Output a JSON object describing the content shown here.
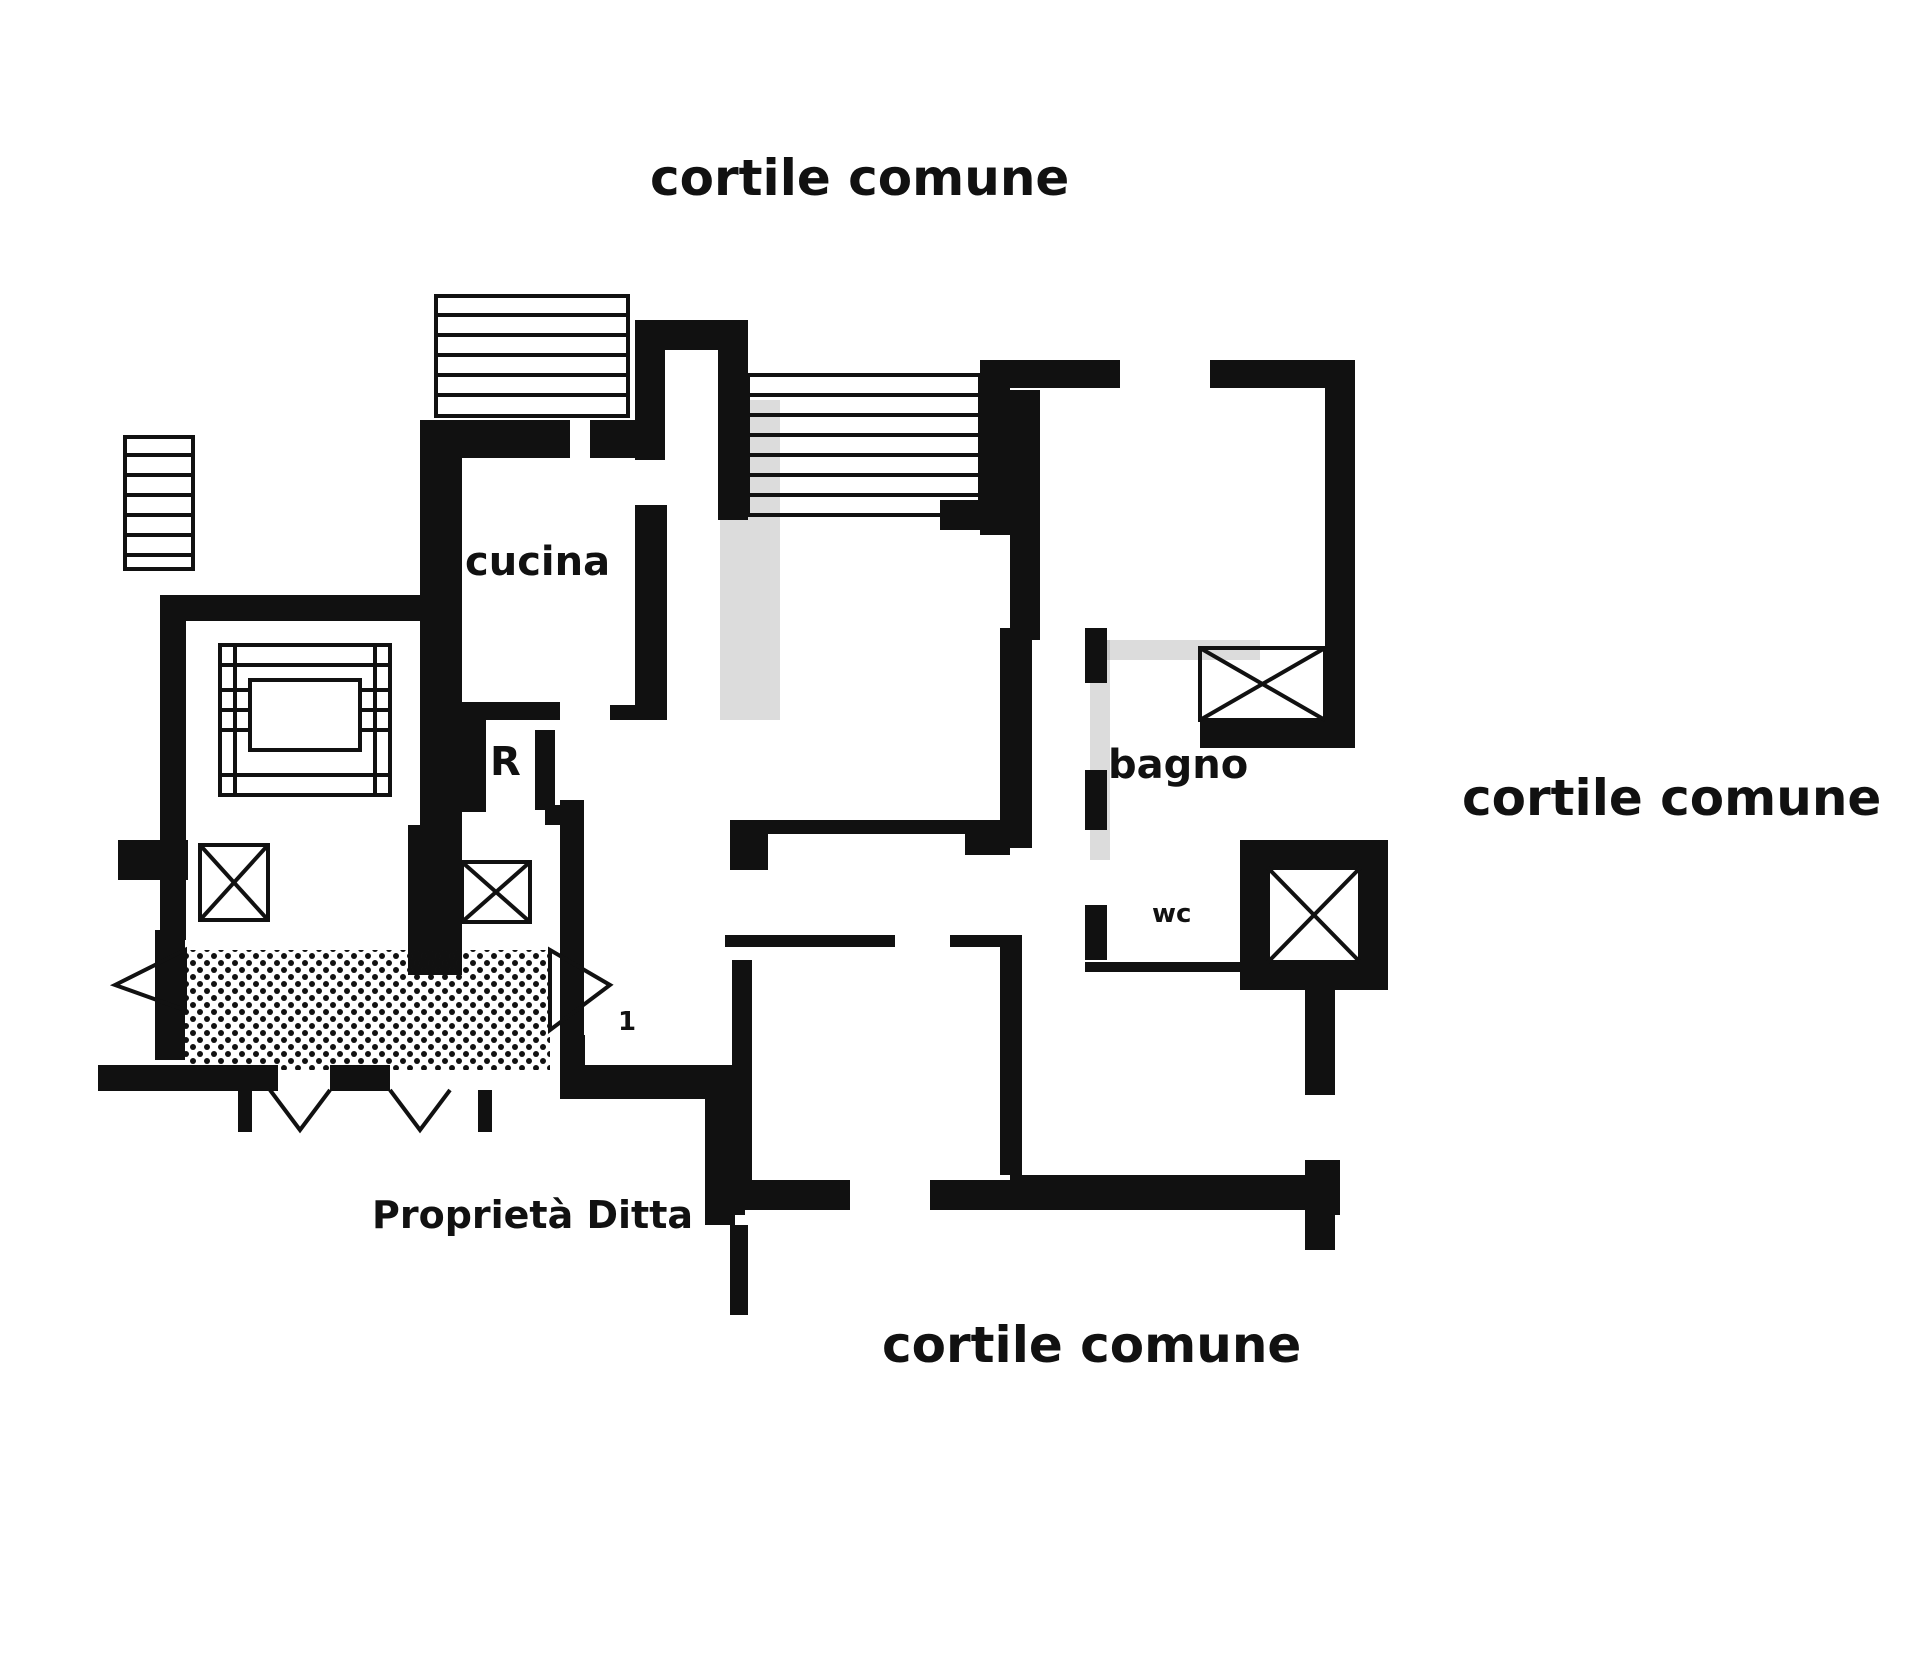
{
  "labels": {
    "courtyard_top": "cortile comune",
    "courtyard_right": "cortile comune",
    "courtyard_bottom": "cortile comune",
    "kitchen": "cucina",
    "bathroom": "bagno",
    "wc": "wc",
    "fridge": "R",
    "property": "Proprietà Ditta",
    "entrance_number": "1"
  },
  "colors": {
    "walls": "#111111",
    "background": "#ffffff",
    "watermark": "#9a9a9a"
  }
}
